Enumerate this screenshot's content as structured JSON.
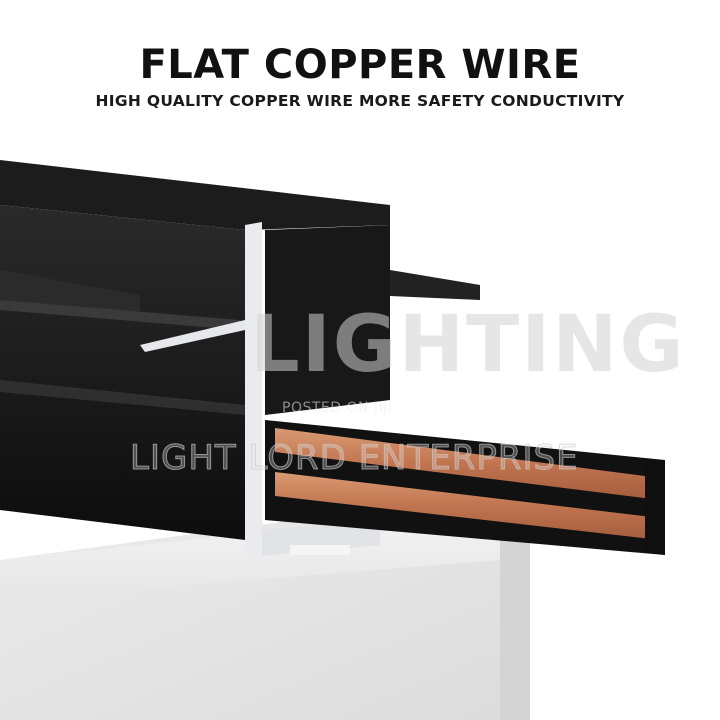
{
  "banner": {
    "headline": "FLAT COPPER WIRE",
    "subheadline": "HIGH QUALITY COPPER WIRE MORE SAFETY CONDUCTIVITY"
  },
  "watermarks": {
    "big": "LIGHTING",
    "posted": "POSTED ON JIJI",
    "brand": "LIGHT LORD ENTERPRISE"
  },
  "colors": {
    "rail": "#141414",
    "copper": "#c77b55",
    "aluminum": "#e9ebee",
    "block": "#e7e7e7"
  }
}
